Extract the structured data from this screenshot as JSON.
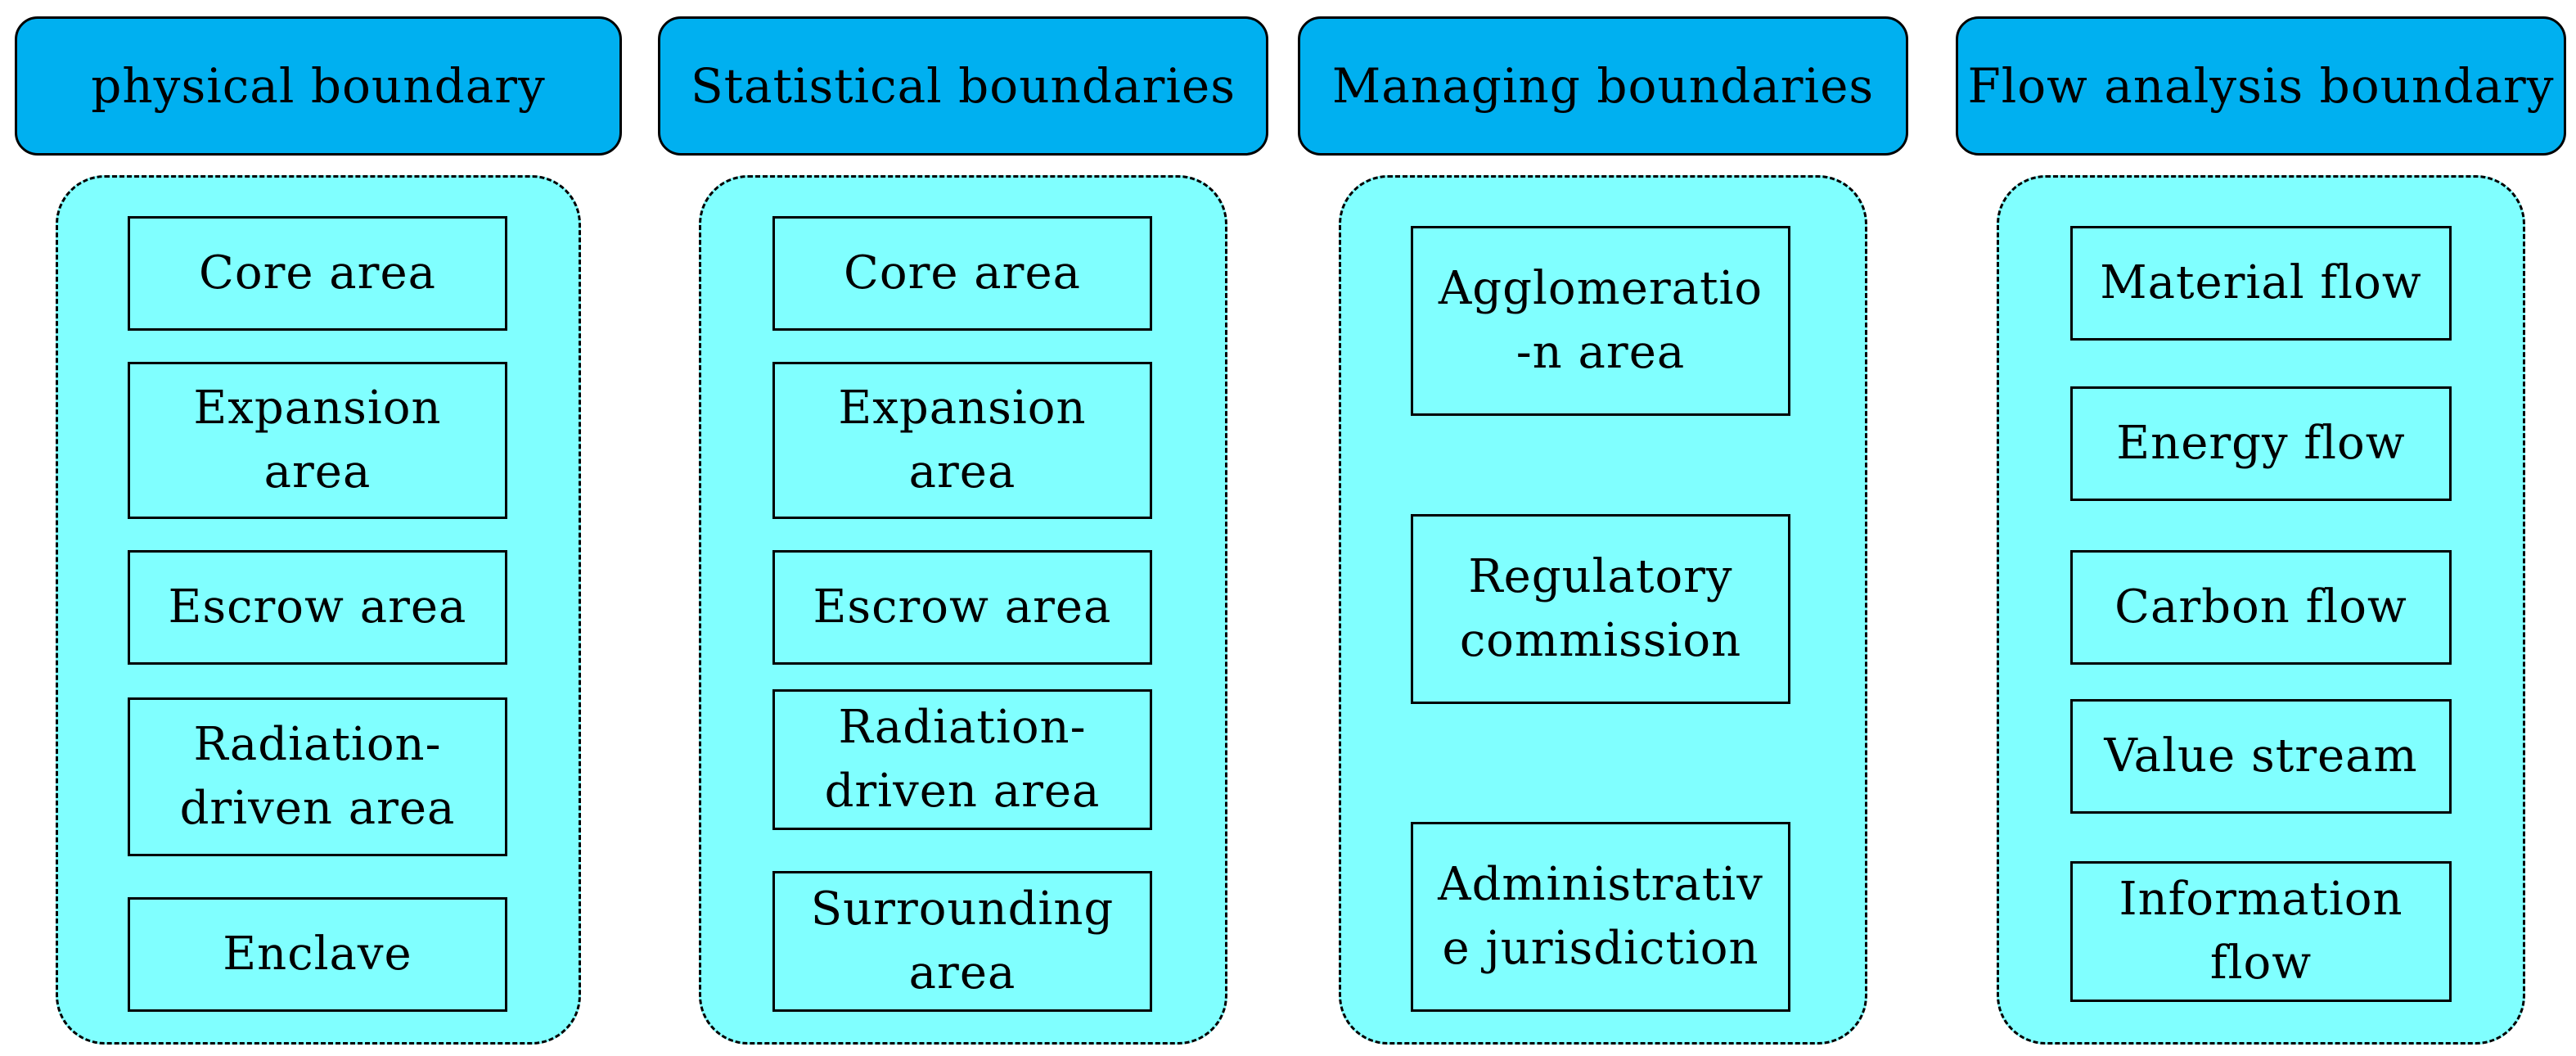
{
  "columns": [
    {
      "header": "physical boundary",
      "items": [
        {
          "lines": [
            "Core area"
          ]
        },
        {
          "lines": [
            "Expansion",
            "area"
          ]
        },
        {
          "lines": [
            "Escrow area"
          ]
        },
        {
          "lines": [
            "Radiation-",
            "driven area"
          ]
        },
        {
          "lines": [
            "Enclave"
          ]
        }
      ]
    },
    {
      "header": "Statistical boundaries",
      "items": [
        {
          "lines": [
            "Core area"
          ]
        },
        {
          "lines": [
            "Expansion",
            "area"
          ]
        },
        {
          "lines": [
            "Escrow area"
          ]
        },
        {
          "lines": [
            "Radiation-",
            "driven area"
          ]
        },
        {
          "lines": [
            "Surrounding",
            "area"
          ]
        }
      ]
    },
    {
      "header": "Managing boundaries",
      "items": [
        {
          "lines": [
            "Agglomeratio",
            "-n area"
          ]
        },
        {
          "lines": [
            "Regulatory",
            "commission"
          ]
        },
        {
          "lines": [
            "Administrativ",
            "e jurisdiction"
          ]
        }
      ]
    },
    {
      "header": "Flow analysis boundary",
      "items": [
        {
          "lines": [
            "Material flow"
          ]
        },
        {
          "lines": [
            "Energy flow"
          ]
        },
        {
          "lines": [
            "Carbon flow"
          ]
        },
        {
          "lines": [
            "Value stream"
          ]
        },
        {
          "lines": [
            "Information",
            "flow"
          ]
        }
      ]
    }
  ]
}
